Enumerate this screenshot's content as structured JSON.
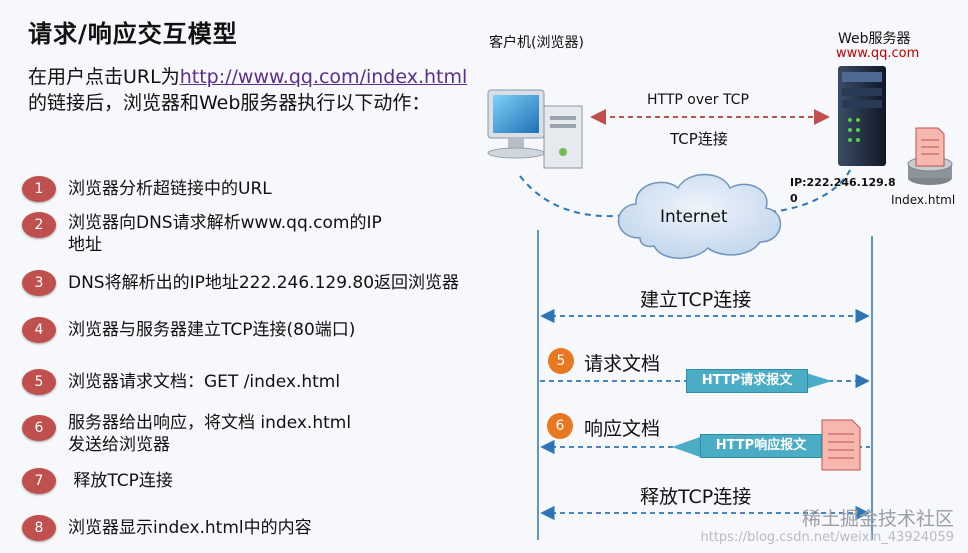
{
  "title": "请求/响应交互模型",
  "intro": {
    "line1_prefix": "在用户点击URL为",
    "url": "http://www.qq.com/index.html",
    "line2": "的链接后，浏览器和Web服务器执行以下动作："
  },
  "steps": [
    {
      "num": "1",
      "text": "浏览器分析超链接中的URL"
    },
    {
      "num": "2",
      "text": "浏览器向DNS请求解析www.qq.com的IP",
      "text2": "地址"
    },
    {
      "num": "3",
      "text": "DNS将解析出的IP地址222.246.129.80返回浏览器"
    },
    {
      "num": "4",
      "text": "浏览器与服务器建立TCP连接(80端口)"
    },
    {
      "num": "5",
      "text": "浏览器请求文档：GET /index.html"
    },
    {
      "num": "6",
      "text": "服务器给出响应，将文档 index.html",
      "text2": "发送给浏览器"
    },
    {
      "num": "7",
      "text": " 释放TCP连接"
    },
    {
      "num": "8",
      "text": "浏览器显示index.html中的内容"
    }
  ],
  "diagram": {
    "client_label": "客户机(浏览器)",
    "server_label": "Web服务器",
    "server_host": "www.qq.com",
    "http_over_tcp": "HTTP over TCP",
    "tcp_conn": "TCP连接",
    "internet": "Internet",
    "ip_label": "IP:222.246.129.8",
    "ip_label2": "0",
    "index_file": "Index.html",
    "establish": "建立TCP连接",
    "req_num": "5",
    "req_label": "请求文档",
    "req_msg": "HTTP请求报文",
    "resp_num": "6",
    "resp_label": "响应文档",
    "resp_msg": "HTTP响应报文",
    "release": "释放TCP连接"
  },
  "watermark": {
    "site": "稀土掘金技术社区",
    "url": "https://blog.csdn.net/weixin_43924059"
  },
  "colors": {
    "badge": "#c0504d",
    "orange": "#e87722",
    "arrow": "#2e75b6",
    "red_arrow": "#c0504d",
    "server_host": "#c00000"
  }
}
